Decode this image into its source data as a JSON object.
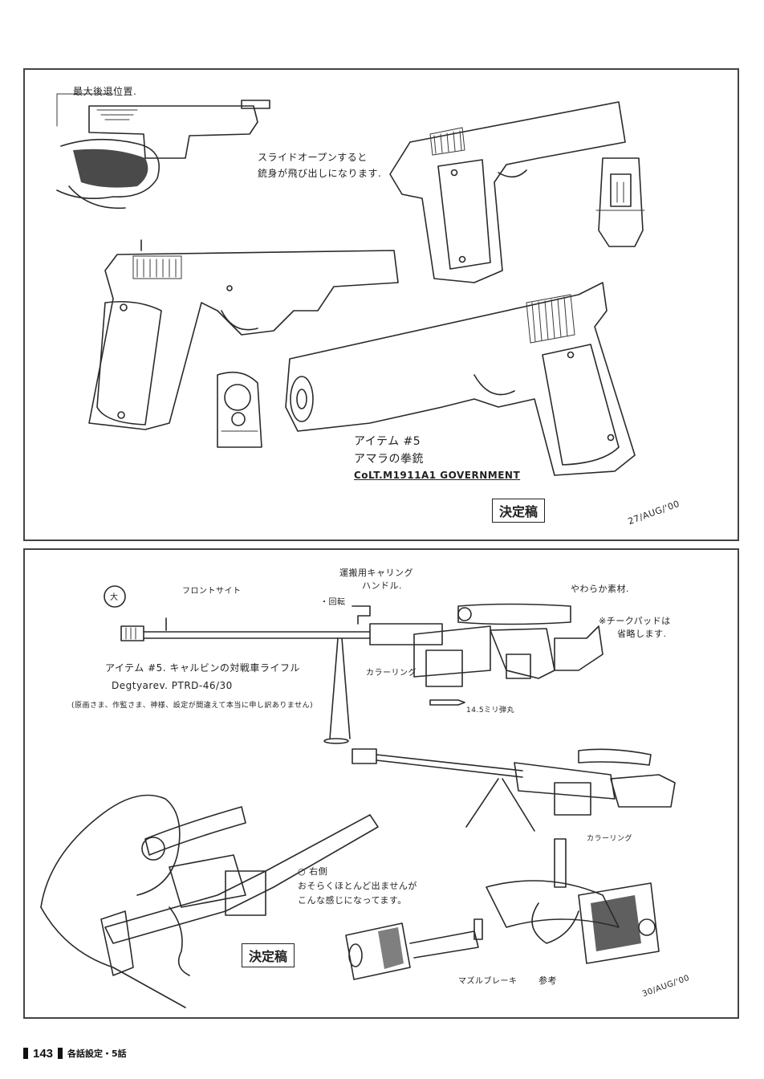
{
  "top_panel": {
    "note_slide_max": "最大後退位置.",
    "note_slide_open_line1": "スライドオープンすると",
    "note_slide_open_line2": "銃身が飛び出しになります.",
    "caption_line1": "アイテム #5",
    "caption_line2": "アマラの拳銃",
    "caption_line3": "CoLT.M1911A1 GOVERNMENT",
    "stamp": "決定稿",
    "signature": "27/AUG/'00"
  },
  "bottom_panel": {
    "note_front_sight": "フロントサイト",
    "note_circled": "大",
    "note_carry_line1": "運搬用キャリング",
    "note_carry_line2": "ハンドル.",
    "note_rotate": "・回転",
    "note_scope": "やわらか素材.",
    "note_cheekpad_line1": "※チークパッドは",
    "note_cheekpad_line2": "省略します.",
    "note_collar": "カラーリング",
    "caption_line1": "アイテム #5. キャルビンの対戦車ライフル",
    "caption_line2": "Degtyarev. PTRD-46/30",
    "caption_line3": "(原画さま、作監さま、神様、設定が間違えて本当に申し訳ありません)",
    "note_ammo": "14.5ミリ弾丸",
    "note_collar_2": "カラーリング",
    "note_right_side_line1": "○ 右側",
    "note_right_side_line2": "おそらくほとんど出ませんが",
    "note_right_side_line3": "こんな感じになってます。",
    "stamp": "決定稿",
    "note_muzzle": "マズルブレーキ",
    "note_reference": "参考",
    "signature": "30/AUG/'00"
  },
  "footer": {
    "page_number": "143",
    "section_title": "各話設定・5話"
  }
}
